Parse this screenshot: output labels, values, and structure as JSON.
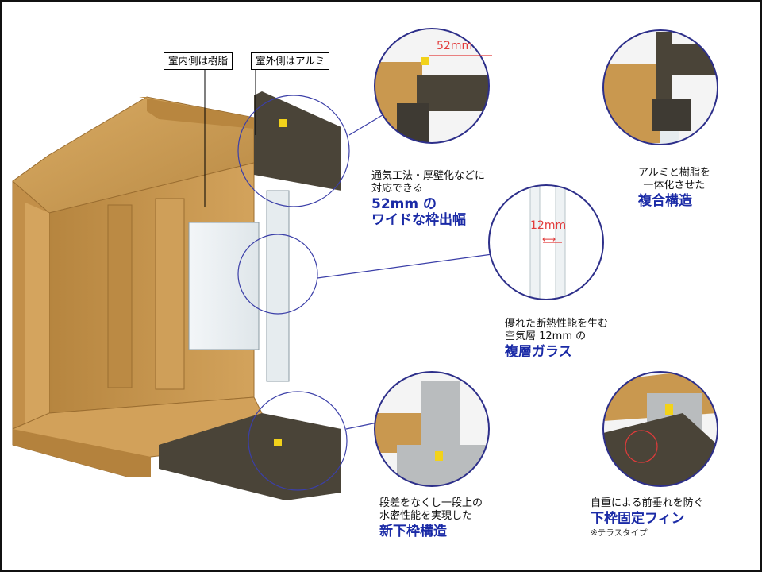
{
  "labels": {
    "interior": "室内側は樹脂",
    "exterior": "室外側はアルミ"
  },
  "dimensions": {
    "frame_width": "52mm",
    "air_layer": "12mm"
  },
  "callouts": {
    "frame": {
      "desc_1": "通気工法・厚壁化などに",
      "desc_2": "対応できる",
      "head_1": "52mm の",
      "head_2": "ワイドな枠出幅"
    },
    "composite": {
      "desc_1": "アルミと樹脂を",
      "desc_2": "一体化させた",
      "head": "複合構造"
    },
    "glass": {
      "desc_1": "優れた断熱性能を生む",
      "desc_2": "空気層 12mm の",
      "head": "複層ガラス"
    },
    "sill": {
      "desc_1": "段差をなくし一段上の",
      "desc_2": "水密性能を実現した",
      "head": "新下枠構造"
    },
    "fin": {
      "desc_1": "自重による前垂れを防ぐ",
      "head": "下枠固定フィン",
      "note": "※テラスタイプ"
    }
  },
  "colors": {
    "wood": "#c9984f",
    "wood_dark": "#a97a3a",
    "aluminum": "#4a4438",
    "silver": "#b9bcbe",
    "accent_blue": "#1a2aa6",
    "leader_blue": "#3b3fa8",
    "dimension_red": "#e23b3b",
    "gasket_yellow": "#f2d21a"
  }
}
